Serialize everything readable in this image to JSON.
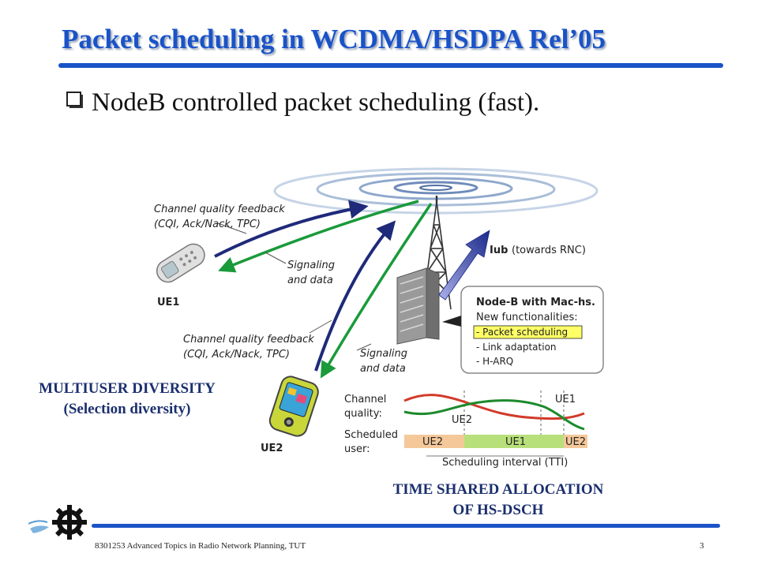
{
  "title": "Packet scheduling in WCDMA/HSDPA Rel’05",
  "bullet": "NodeB controlled packet scheduling (fast).",
  "diagram": {
    "feedback1_line1": "Channel quality feedback",
    "feedback1_line2": "(CQI, Ack/Nack, TPC)",
    "signaling1_line1": "Signaling",
    "signaling1_line2": "and data",
    "ue1": "UE1",
    "iub": "Iub",
    "iub_rest": "(towards RNC)",
    "feedback2_line1": "Channel quality feedback",
    "feedback2_line2": "(CQI, Ack/Nack, TPC)",
    "signaling2_line1": "Signaling",
    "signaling2_line2": "and data",
    "ue2": "UE2",
    "nodeb_title": "Node-B with Mac-hs.",
    "nodeb_sub": "New functionalities:",
    "func_packet": "- Packet scheduling",
    "func_link": "- Link adaptation",
    "func_harq": "- H-ARQ",
    "chan_q1": "Channel",
    "chan_q2": "quality:",
    "ue1_curve": "UE1",
    "ue2_curve": "UE2",
    "sched1": "Scheduled",
    "sched2": "user:",
    "bar_ue2a": "UE2",
    "bar_ue1": "UE1",
    "bar_ue2b": "UE2",
    "interval": "Scheduling interval (TTI)"
  },
  "captions": {
    "multiuser1": "MULTIUSER DIVERSITY",
    "multiuser2": "(Selection diversity)",
    "timeshared1": "TIME SHARED ALLOCATION",
    "timeshared2": "OF HS-DSCH"
  },
  "footer": {
    "text": "8301253 Advanced Topics in Radio Network Planning, TUT",
    "page": "3"
  },
  "colors": {
    "title_blue": "#1a53c8",
    "arrow_navy": "#1f2a7a",
    "arrow_green": "#1a9a3a",
    "curve_red": "#d23a2a",
    "curve_green": "#1c8a2c",
    "bar_orange": "#f5c89a",
    "bar_green": "#b8e07a",
    "highlight_yellow": "#ffff66"
  }
}
